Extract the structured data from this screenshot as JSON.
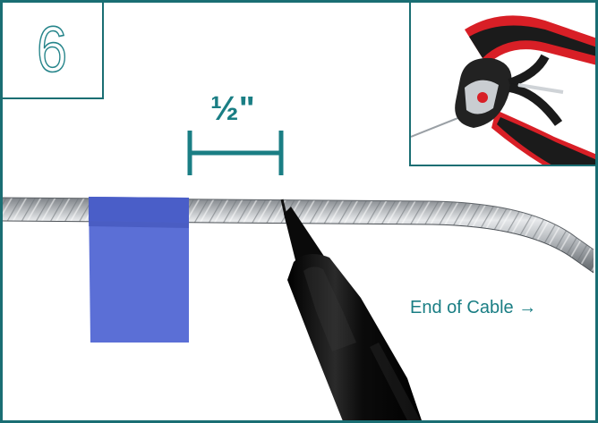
{
  "step": {
    "number": "6"
  },
  "measurement": {
    "label": "½\""
  },
  "direction": {
    "label": "End of Cable",
    "arrow": "→"
  },
  "colors": {
    "accent": "#1a7e84",
    "tape": "#5b6fd6",
    "cable": "#a9aeb3",
    "marker": "#111111",
    "cutter_handle": "#d81f26"
  },
  "icons": {
    "inset": "cable-cutter-icon",
    "arrow": "arrow-right-icon"
  }
}
